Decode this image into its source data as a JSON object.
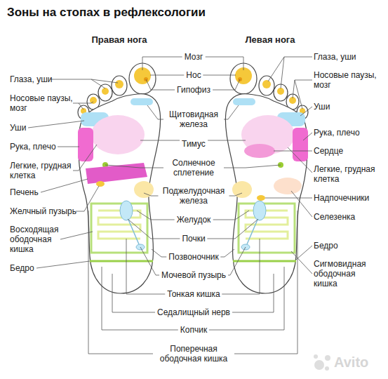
{
  "diagram": {
    "title": "Зоны на стопах в рефлексологии",
    "labels": [
      "Правая нога",
      "Левая нога",
      "Глаза, уши",
      "Носовые паузы, мозг",
      "Уши",
      "Рука, плечо",
      "Легкие, грудная клетка",
      "Печень",
      "Желчный пузырь",
      "Восходящая ободочная кишка",
      "Бедро",
      "Мозг",
      "Нос",
      "Гипофиз",
      "Щитовидная железа",
      "Тимус",
      "Солнечное сплетение",
      "Поджелудочная железа",
      "Желудок",
      "Почки",
      "Позвоночник",
      "Мочевой пузырь",
      "Тонкая кишка",
      "Седалищный нерв",
      "Копчик",
      "Поперечная ободочная кишка",
      "Глаза, уши",
      "Носовые паузы, мозг",
      "Уши",
      "Рука, плечо",
      "Сердце",
      "Легкие, грудная клетка",
      "Надпочечники",
      "Селезенка",
      "Бедро",
      "Сигмовидная ободочная кишка",
      "Avito"
    ]
  }
}
